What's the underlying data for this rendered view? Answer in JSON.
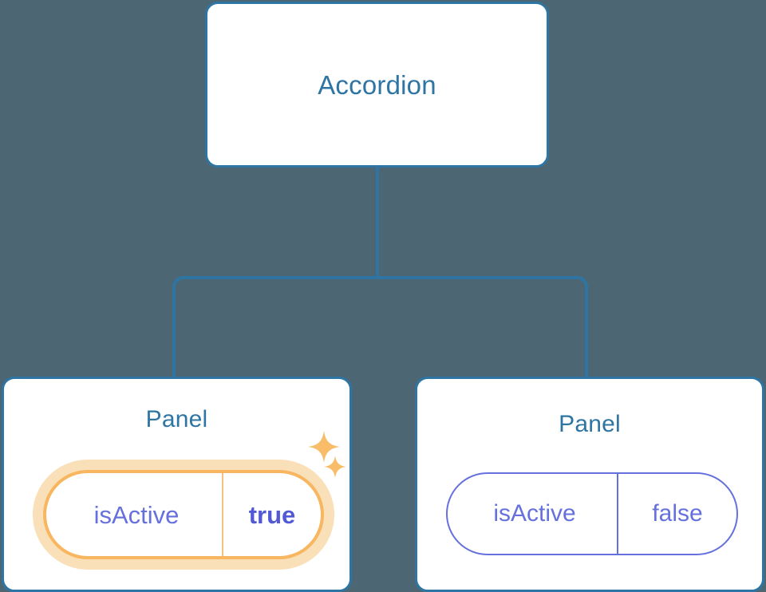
{
  "diagram": {
    "type": "component-tree",
    "background_color": "#4c6773",
    "connector_color": "#2e75a3",
    "root": {
      "label": "Accordion",
      "title_color": "#2e75a3",
      "border_color": "#2e75a3"
    },
    "panels": [
      {
        "label": "Panel",
        "highlighted": true,
        "prop": {
          "key": "isActive",
          "value": "true",
          "value_bold": true,
          "border_color": "#f7b65f",
          "glow_color": "#fae0b8",
          "text_color": "#5159d6"
        },
        "sparkles": [
          {
            "name": "sparkle-large",
            "color": "#f9bd6a"
          },
          {
            "name": "sparkle-small",
            "color": "#f9bd6a"
          }
        ]
      },
      {
        "label": "Panel",
        "highlighted": false,
        "prop": {
          "key": "isActive",
          "value": "false",
          "value_bold": false,
          "border_color": "#6670dd",
          "text_color": "#6670dd"
        }
      }
    ]
  }
}
